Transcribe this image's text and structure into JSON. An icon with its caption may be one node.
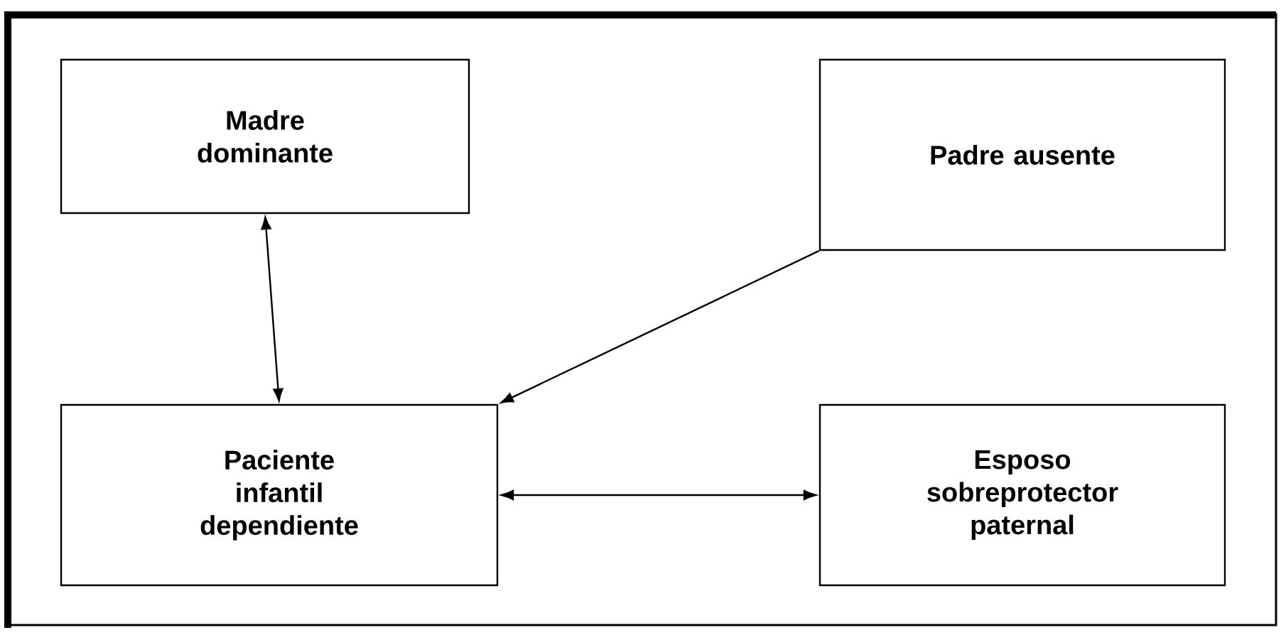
{
  "diagram": {
    "nodes": [
      {
        "text": [
          "Madre dominante"
        ]
      },
      {
        "text": [
          "Padre ausente"
        ]
      },
      {
        "text": [
          "Paciente infantil dependiente"
        ]
      },
      {
        "text": [
          "Esposo sobreprotector paternal"
        ]
      }
    ],
    "edges": [
      {
        "from": 0,
        "to": 2,
        "arrow": "both"
      },
      {
        "from": 1,
        "to": 2,
        "arrow": "to"
      },
      {
        "from": 2,
        "to": 3,
        "arrow": "both"
      }
    ]
  }
}
